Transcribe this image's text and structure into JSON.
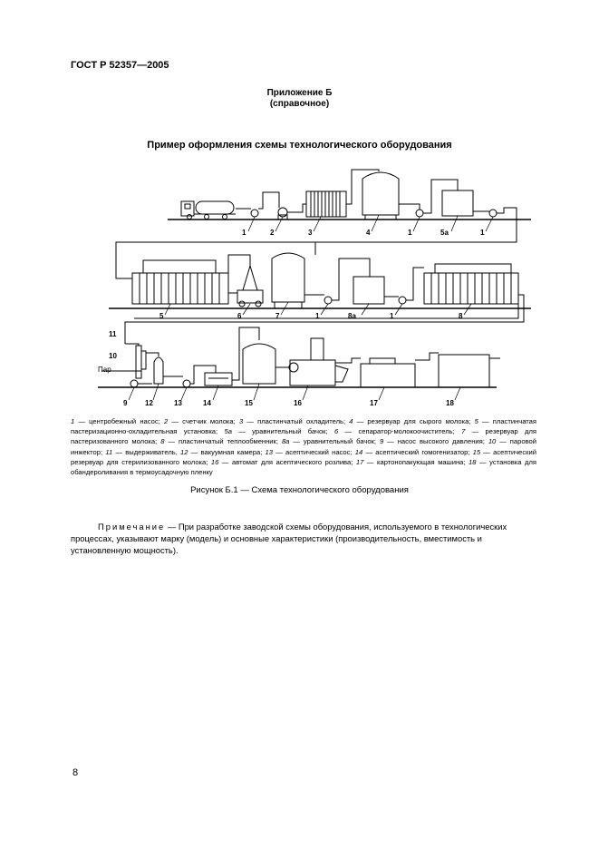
{
  "header": {
    "doc_id": "ГОСТ Р 52357—2005",
    "appendix_line1": "Приложение Б",
    "appendix_line2": "(справочное)",
    "figure_heading": "Пример оформления схемы технологического оборудования"
  },
  "diagram": {
    "labels": {
      "l1a": "1",
      "l2": "2",
      "l3": "3",
      "l4": "4",
      "l1b": "1",
      "l5a_top": "5а",
      "l1c": "1",
      "l5": "5",
      "l6": "6",
      "l7": "7",
      "l1d": "1",
      "l8a": "8а",
      "l1e": "1",
      "l8": "8",
      "l11": "11",
      "l10": "10",
      "steam": "Пар",
      "l9": "9",
      "l12": "12",
      "l13": "13",
      "l14": "14",
      "l15": "15",
      "l16": "16",
      "l17": "17",
      "l18": "18"
    }
  },
  "legend": [
    {
      "num": "1",
      "text": " — центробежный насос; "
    },
    {
      "num": "2",
      "text": " — счетчик молока; "
    },
    {
      "num": "3",
      "text": " — пластинчатый охладитель; "
    },
    {
      "num": "4",
      "text": " — резервуар для сырого молока; "
    },
    {
      "num": "5",
      "text": " — пластинчатая пастеризационно-охладительная установка; "
    },
    {
      "num": "5а",
      "text": " — уравнительный бачок; "
    },
    {
      "num": "6",
      "text": " — сепаратор-молокоочиститель; "
    },
    {
      "num": "7",
      "text": " — резервуар для пастеризованного молока; "
    },
    {
      "num": "8",
      "text": " — пластинчатый теплообменник; "
    },
    {
      "num": "8а",
      "text": " — уравнительный бачок; "
    },
    {
      "num": "9",
      "text": " — насос высокого давления; "
    },
    {
      "num": "10",
      "text": " — паровой инжектор; "
    },
    {
      "num": "11",
      "text": " — выдерживатель, "
    },
    {
      "num": "12",
      "text": " — вакуумная камера; "
    },
    {
      "num": "13",
      "text": " — асептический насос; "
    },
    {
      "num": "14",
      "text": " — асептический гомогенизатор; "
    },
    {
      "num": "15",
      "text": " — асептический резервуар для стерилизованного молока; "
    },
    {
      "num": "16",
      "text": " — автомат для асептического розлива; "
    },
    {
      "num": "17",
      "text": " — картонопакующая машина; "
    },
    {
      "num": "18",
      "text": " — установка для обандероливания в термоусадочную пленку"
    }
  ],
  "caption": "Рисунок Б.1 — Схема технологического оборудования",
  "note": {
    "label": "Примечание",
    "text": " — При разработке заводской схемы оборудования, используемого в технологических процессах, указывают марку (модель) и основные характеристики (производительность, вместимость и установленную мощность)."
  },
  "page_number": "8"
}
